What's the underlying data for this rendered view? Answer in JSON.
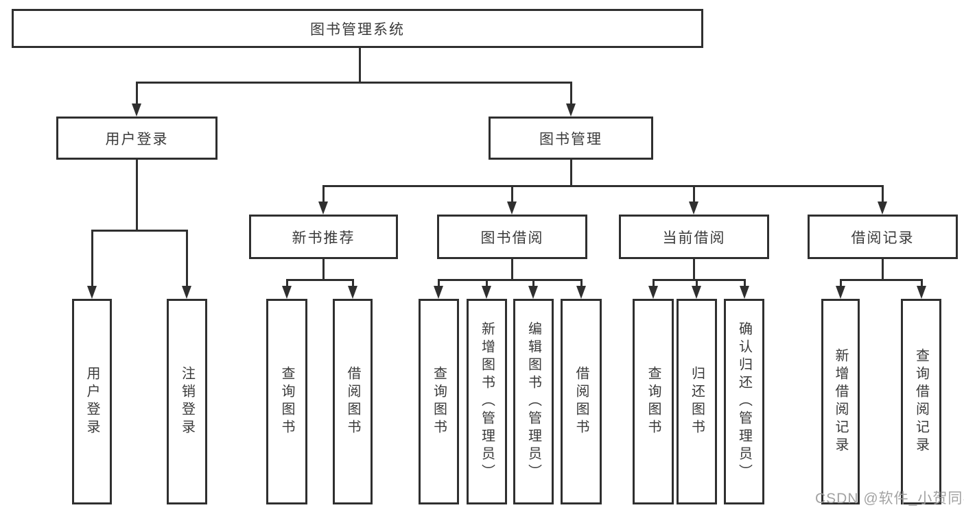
{
  "diagram": {
    "root": {
      "label": "图书管理系统",
      "children": [
        {
          "label": "用户登录",
          "children": [
            {
              "label": "用户登录"
            },
            {
              "label": "注销登录"
            }
          ]
        },
        {
          "label": "图书管理",
          "children": [
            {
              "label": "新书推荐",
              "children": [
                {
                  "label": "查询图书"
                },
                {
                  "label": "借阅图书"
                }
              ]
            },
            {
              "label": "图书借阅",
              "children": [
                {
                  "label": "查询图书"
                },
                {
                  "label": "新增图书（管理员）"
                },
                {
                  "label": "编辑图书（管理员）"
                },
                {
                  "label": "借阅图书"
                }
              ]
            },
            {
              "label": "当前借阅",
              "children": [
                {
                  "label": "查询图书"
                },
                {
                  "label": "归还图书"
                },
                {
                  "label": "确认归还（管理员）"
                }
              ]
            },
            {
              "label": "借阅记录",
              "children": [
                {
                  "label": "新增借阅记录"
                },
                {
                  "label": "查询借阅记录"
                }
              ]
            }
          ]
        }
      ]
    }
  },
  "watermark": {
    "text": "CSDN @软件_小贺同学"
  },
  "colors": {
    "line": "#2f2f2f",
    "text": "#3a3a3a",
    "watermark": "#9e9e9e",
    "background": "#ffffff"
  }
}
